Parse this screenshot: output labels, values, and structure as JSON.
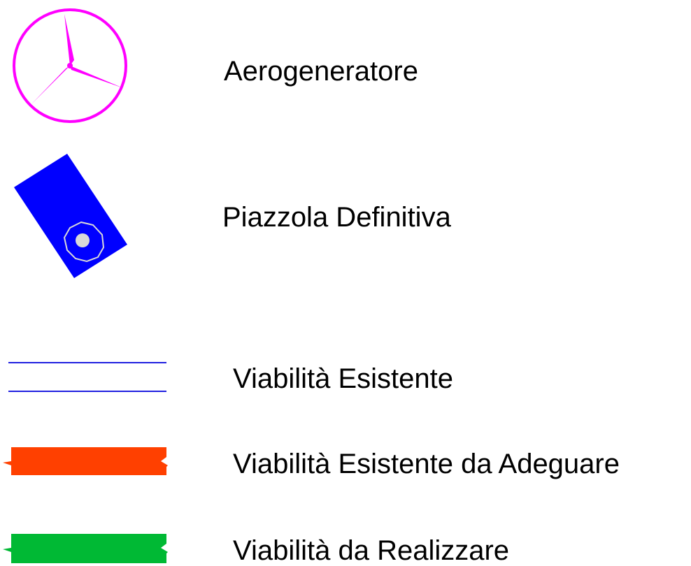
{
  "legend": {
    "items": [
      {
        "label": "Aerogeneratore",
        "symbol": "wind-turbine-icon",
        "color": "#ff00ff"
      },
      {
        "label": "Piazzola Definitiva",
        "symbol": "turbine-pad-icon",
        "color": "#0000ff",
        "accent_color": "#d9d9d9"
      },
      {
        "label": "Viabilità Esistente",
        "symbol": "existing-road-double-line",
        "color": "#1f1fe0"
      },
      {
        "label": "Viabilità Esistente da Adeguare",
        "symbol": "road-to-adapt-band",
        "color": "#ff4000"
      },
      {
        "label": "Viabilità da Realizzare",
        "symbol": "road-to-build-band",
        "color": "#00b934"
      }
    ]
  }
}
